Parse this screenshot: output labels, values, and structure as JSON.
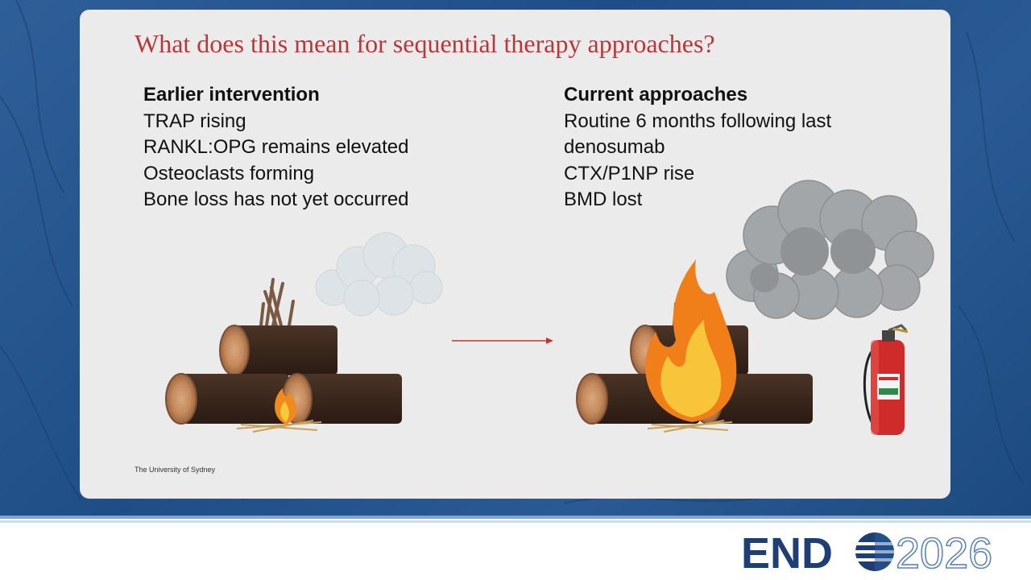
{
  "slide": {
    "title": "What does this mean for sequential therapy approaches?",
    "left_column": {
      "heading": "Earlier intervention",
      "lines": [
        "TRAP rising",
        "RANKL:OPG remains elevated",
        "Osteoclasts forming",
        "Bone loss has not yet occurred"
      ]
    },
    "right_column": {
      "heading": "Current approaches",
      "lines": [
        "Routine 6 months following last",
        "denosumab",
        "CTX/P1NP rise",
        "BMD lost"
      ]
    },
    "footer": "The University of Sydney"
  },
  "branding": {
    "logo_word": "END",
    "logo_year": "2026"
  },
  "icons": [
    "small-campfire-icon",
    "light-smoke-icon",
    "large-campfire-icon",
    "heavy-smoke-icon",
    "fire-extinguisher-icon",
    "arrow-right-icon"
  ],
  "colors": {
    "title_red": "#b8383a",
    "background_blue": "#1f4e86",
    "logo_navy": "#1f3f74",
    "logo_light": "#7fa6cf",
    "arrow_red": "#c0392b"
  }
}
